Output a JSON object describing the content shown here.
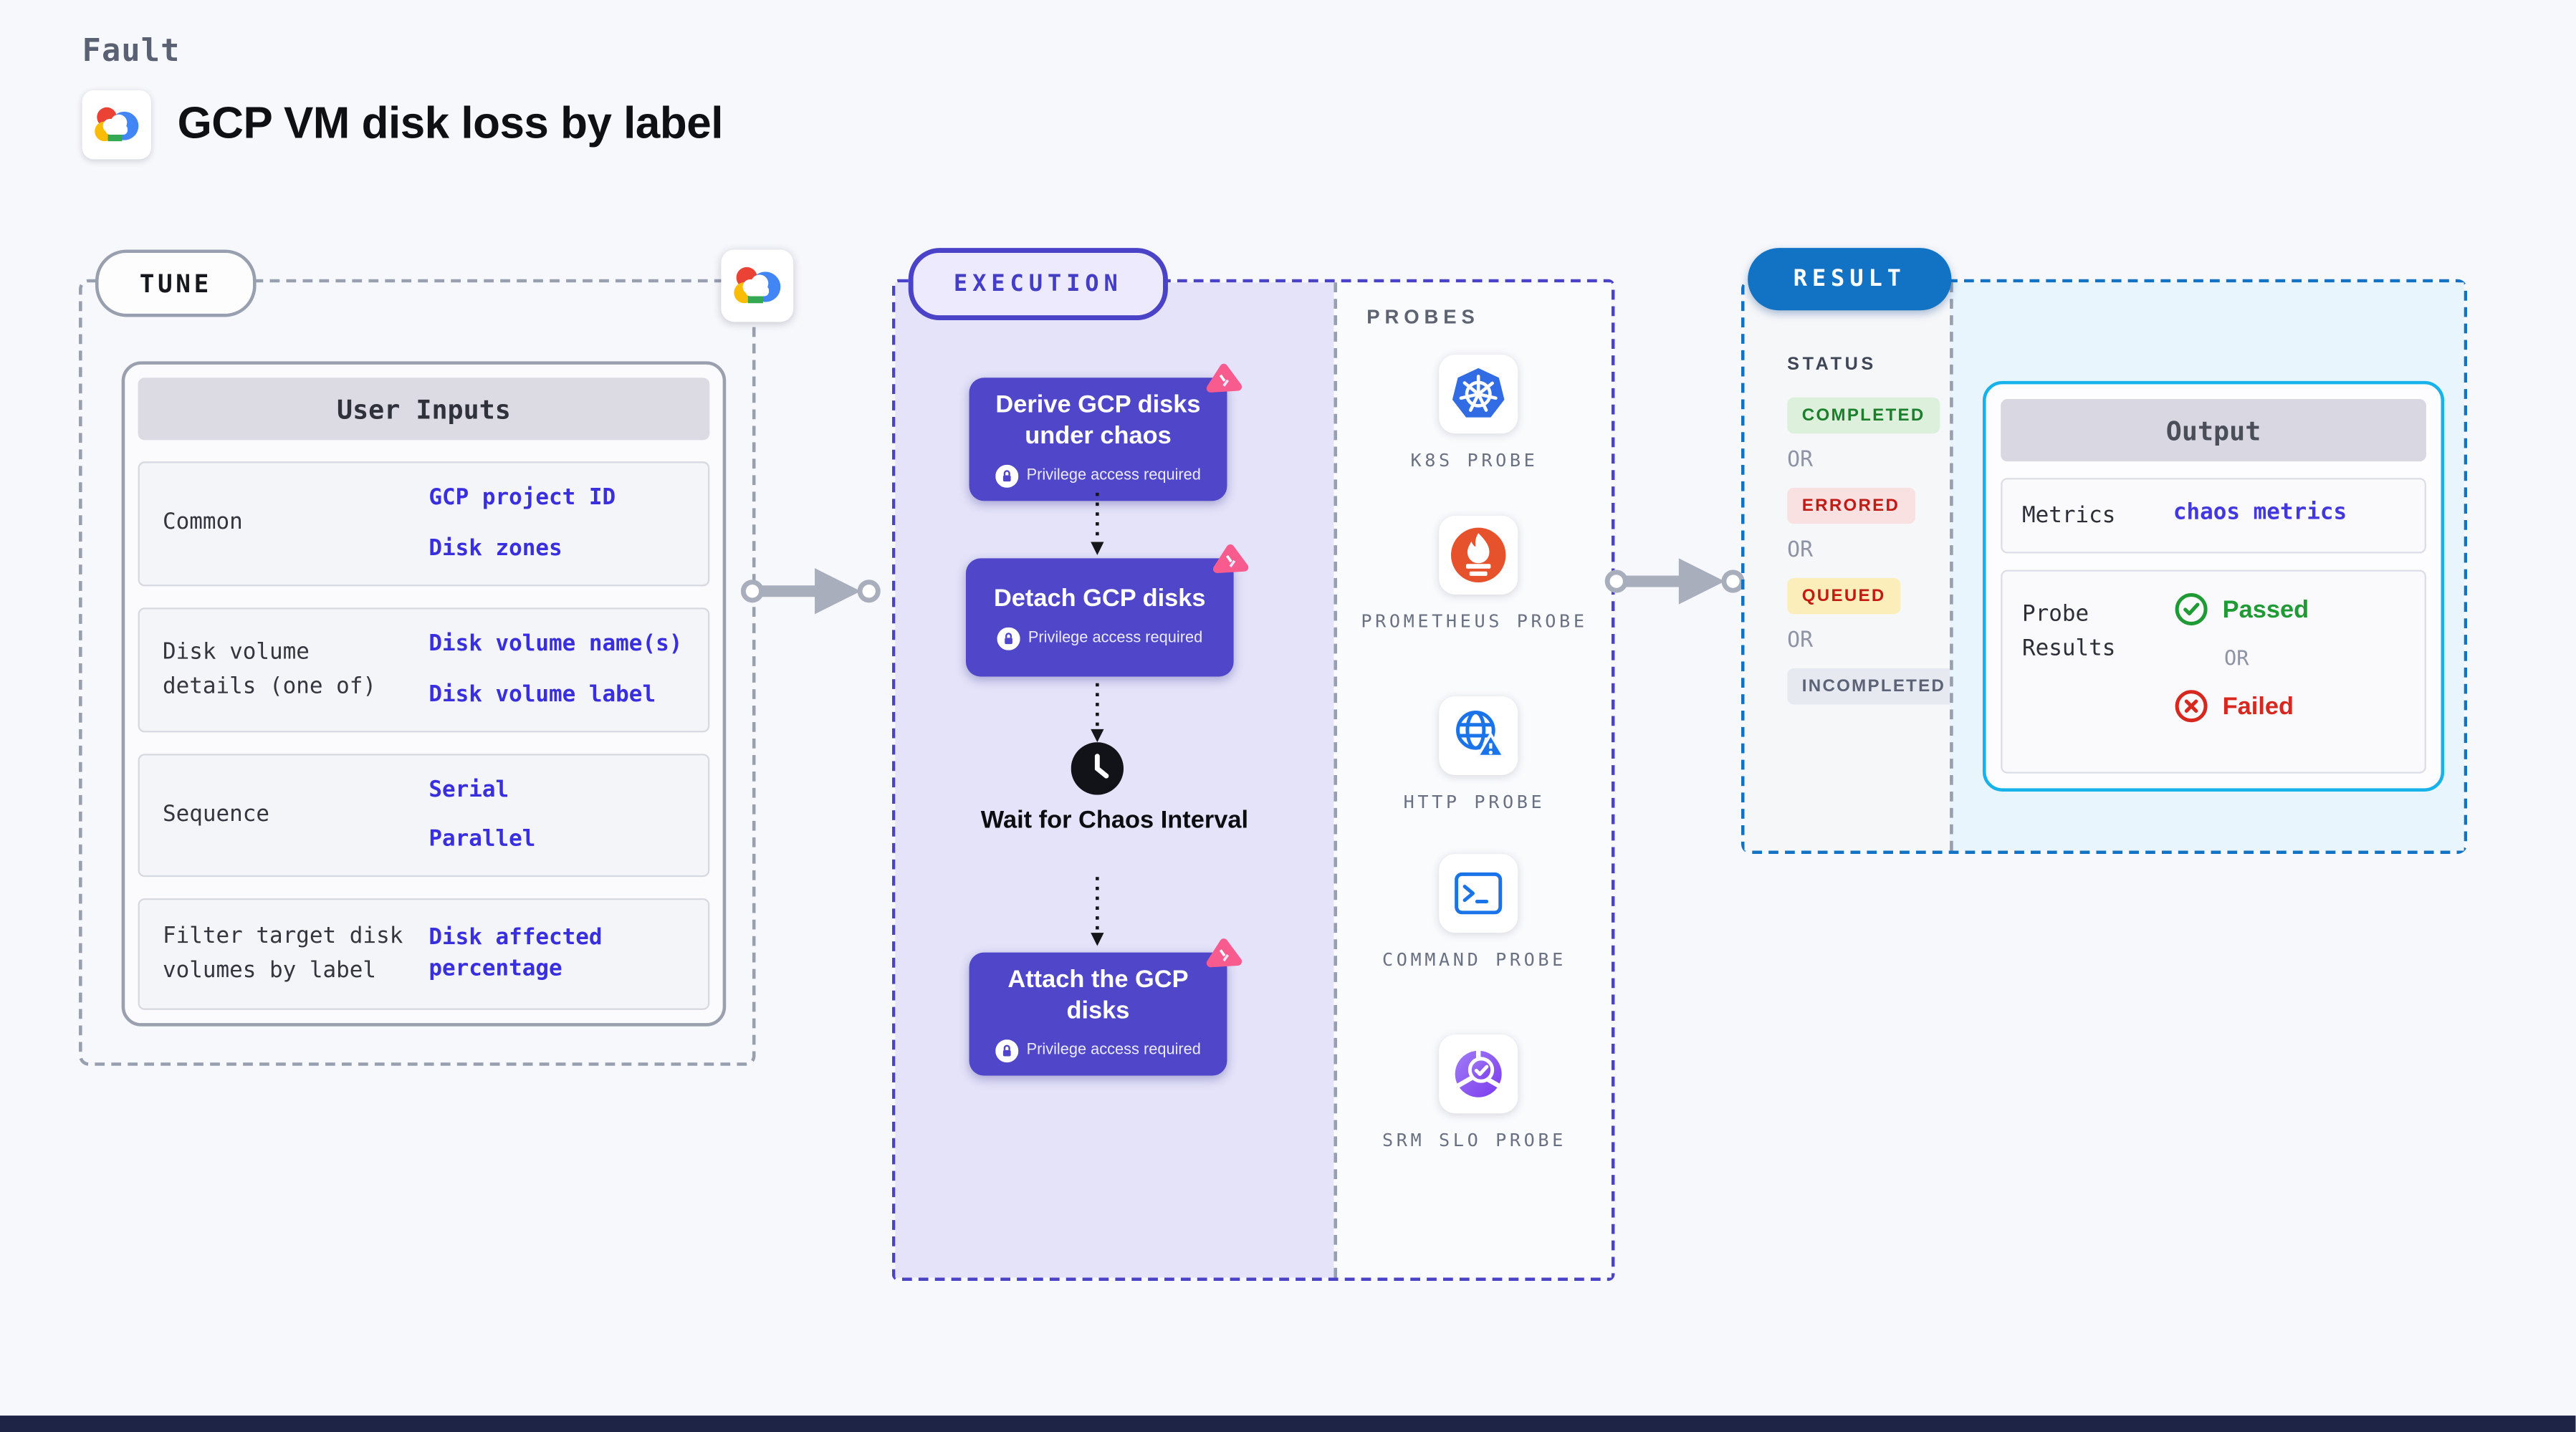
{
  "page": {
    "kicker": "Fault",
    "title": "GCP VM disk loss by label"
  },
  "tune": {
    "badge": "TUNE",
    "table": {
      "header": "User Inputs",
      "rows": [
        {
          "label": "Common",
          "values": [
            "GCP project ID",
            "Disk zones"
          ]
        },
        {
          "label": "Disk volume details (one of)",
          "values": [
            "Disk volume name(s)",
            "Disk volume label"
          ]
        },
        {
          "label": "Sequence",
          "values": [
            "Serial",
            "Parallel"
          ]
        },
        {
          "label": "Filter target disk volumes by label",
          "values": [
            "Disk affected percentage"
          ]
        }
      ]
    }
  },
  "execution": {
    "badge": "EXECUTION",
    "steps": [
      {
        "title": "Derive GCP disks under chaos",
        "note": "Privilege access required"
      },
      {
        "title": "Detach GCP disks",
        "note": "Privilege access required"
      },
      {
        "title": "Wait for Chaos Interval"
      },
      {
        "title": "Attach the GCP disks",
        "note": "Privilege access required"
      }
    ]
  },
  "probes": {
    "header": "PROBES",
    "items": [
      {
        "label": "K8S PROBE",
        "icon": "kubernetes-icon"
      },
      {
        "label": "PROMETHEUS PROBE",
        "icon": "prometheus-icon"
      },
      {
        "label": "HTTP PROBE",
        "icon": "globe-warning-icon"
      },
      {
        "label": "COMMAND PROBE",
        "icon": "terminal-icon"
      },
      {
        "label": "SRM SLO PROBE",
        "icon": "slo-donut-check-icon"
      }
    ]
  },
  "result": {
    "badge": "RESULT",
    "status": {
      "header": "STATUS",
      "separator": "OR",
      "badges": [
        {
          "label": "COMPLETED",
          "fg": "#1c7f2c",
          "bg": "#ddf0dc"
        },
        {
          "label": "ERRORED",
          "fg": "#c11b15",
          "bg": "#fae1e1"
        },
        {
          "label": "QUEUED",
          "fg": "#c51a12",
          "bg": "#fceeba"
        },
        {
          "label": "INCOMPLETED",
          "fg": "#5c6377",
          "bg": "#e7e9f1"
        }
      ]
    },
    "output": {
      "header": "Output",
      "metrics_label": "Metrics",
      "metrics_value": "chaos metrics",
      "probe_results_label": "Probe Results",
      "passed": "Passed",
      "or": "OR",
      "failed": "Failed"
    }
  },
  "colors": {
    "accent_indigo": "#4a43c8",
    "step_box": "#4f46c9",
    "lavender_bg": "#e4e3f9",
    "result_blue": "#1273c5",
    "output_border_cyan": "#17b2e9",
    "link_blue": "#392fdf",
    "pink_badge": "#f85c8e",
    "passed_green": "#1f9a34",
    "failed_red": "#d6281e"
  }
}
